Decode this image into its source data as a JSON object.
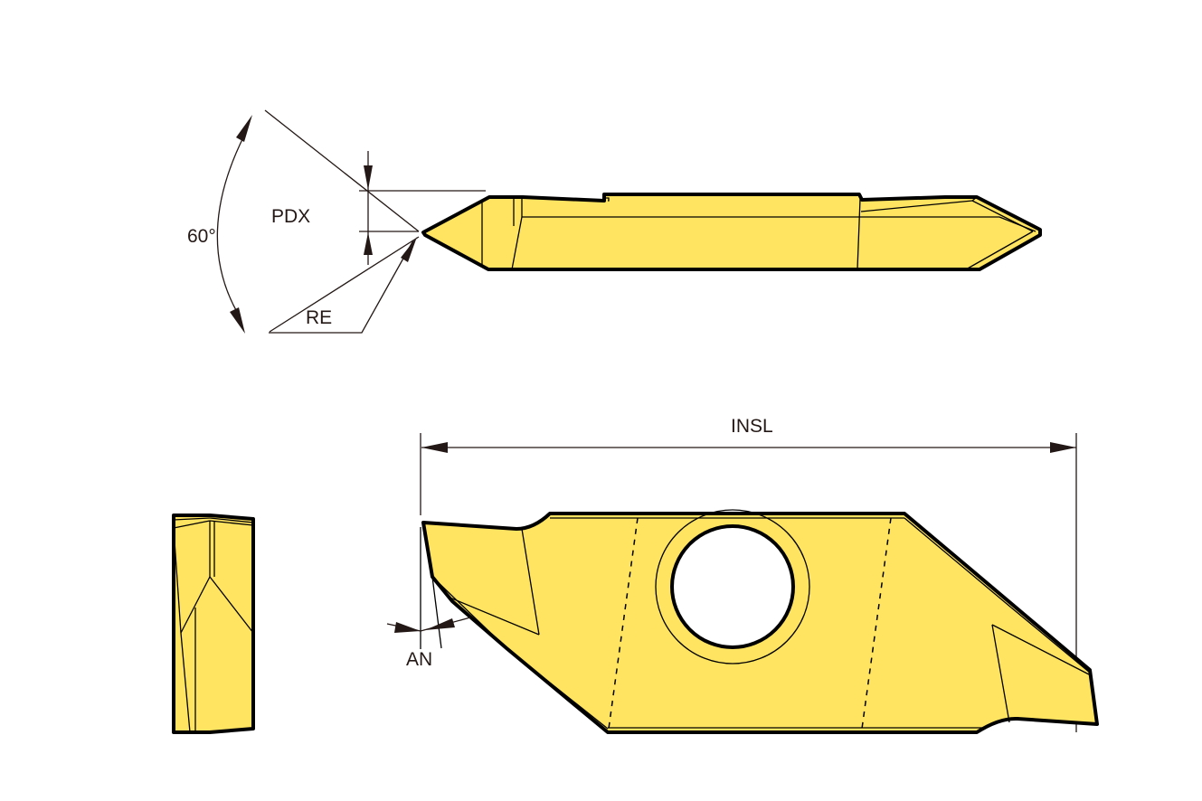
{
  "labels": {
    "angle": "60°",
    "pdx": "PDX",
    "re": "RE",
    "insl": "INSL",
    "an": "AN"
  },
  "colors": {
    "insert_fill": "#FFE462",
    "outline": "#000000",
    "dimension": "#231815"
  }
}
